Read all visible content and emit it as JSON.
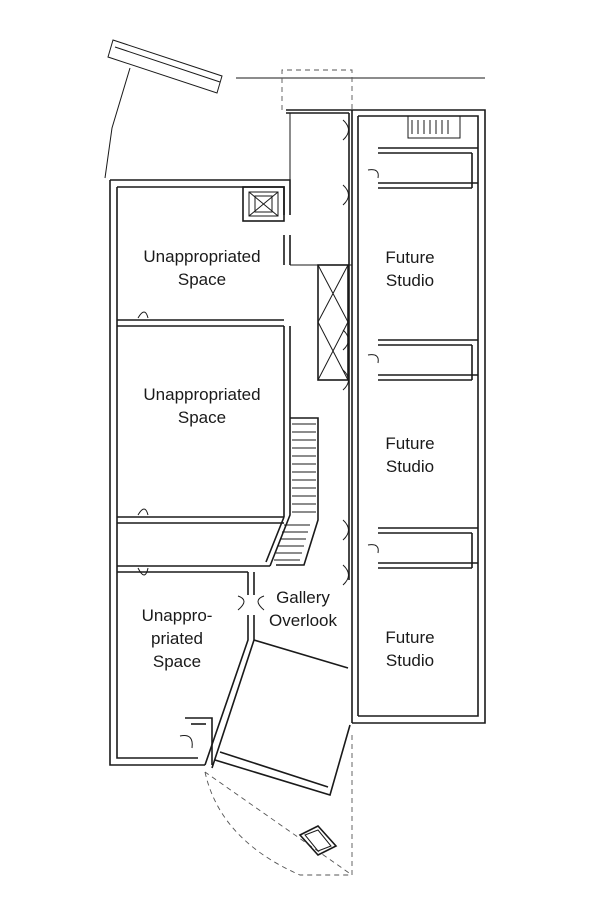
{
  "labels": {
    "unappropriated_space_1": "Unappropriated\nSpace",
    "unappropriated_space_2": "Unappropriated\nSpace",
    "unappropriated_space_3": "Unappro-\npriated\nSpace",
    "future_studio_1": "Future\nStudio",
    "future_studio_2": "Future\nStudio",
    "future_studio_3": "Future\nStudio",
    "gallery_overlook": "Gallery\nOverlook"
  },
  "colors": {
    "ink": "#1a1a1a",
    "background": "#ffffff"
  }
}
